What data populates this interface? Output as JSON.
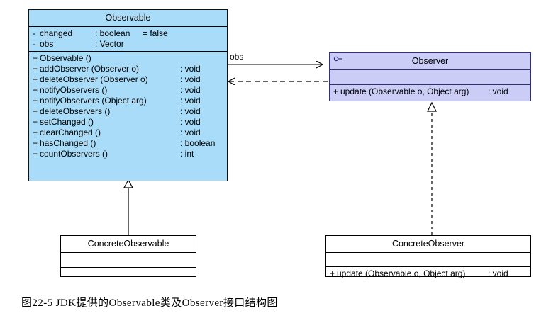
{
  "diagram": {
    "caption": "图22-5 JDK提供的Observable类及Observer接口结构图",
    "colors": {
      "observable_fill": "#a8dcf8",
      "observer_fill": "#cccdf7",
      "concrete_fill": "#ffffff",
      "line": "#000000",
      "background": "#ffffff"
    },
    "classes": {
      "observable": {
        "name": "Observable",
        "attributes": [
          {
            "visibility": "-",
            "name": "changed",
            "type": ": boolean",
            "default": "= false"
          },
          {
            "visibility": "-",
            "name": "obs",
            "type": ": Vector",
            "default": ""
          }
        ],
        "methods": [
          {
            "visibility": "+",
            "signature": "Observable ()",
            "type": ""
          },
          {
            "visibility": "+",
            "signature": "addObserver (Observer o)",
            "type": ": void"
          },
          {
            "visibility": "+",
            "signature": "deleteObserver (Observer o)",
            "type": ": void"
          },
          {
            "visibility": "+",
            "signature": "notifyObservers ()",
            "type": ": void"
          },
          {
            "visibility": "+",
            "signature": "notifyObservers (Object arg)",
            "type": ": void"
          },
          {
            "visibility": "+",
            "signature": "deleteObservers ()",
            "type": ": void"
          },
          {
            "visibility": "+",
            "signature": "setChanged ()",
            "type": ": void"
          },
          {
            "visibility": "+",
            "signature": "clearChanged ()",
            "type": ": void"
          },
          {
            "visibility": "+",
            "signature": "hasChanged ()",
            "type": ": boolean"
          },
          {
            "visibility": "+",
            "signature": "countObservers ()",
            "type": ": int"
          }
        ]
      },
      "observer": {
        "name": "Observer",
        "stereotype_icon": "interface-lollipop-icon",
        "attributes": [],
        "methods": [
          {
            "visibility": "+",
            "signature": "update (Observable o, Object arg)",
            "type": ": void"
          }
        ]
      },
      "concrete_observable": {
        "name": "ConcreteObservable",
        "attributes": [],
        "methods": []
      },
      "concrete_observer": {
        "name": "ConcreteObserver",
        "attributes": [],
        "methods": [
          {
            "visibility": "+",
            "signature": "update (Observable o, Object arg)",
            "type": ": void"
          }
        ]
      }
    },
    "relations": [
      {
        "name": "observable-to-observer-association",
        "label": "obs",
        "style": "solid",
        "arrow": "open",
        "from": "observable",
        "to": "observer"
      },
      {
        "name": "observer-to-observable-dependency",
        "label": "",
        "style": "dashed",
        "arrow": "open",
        "from": "observer",
        "to": "observable"
      },
      {
        "name": "concrete-observable-generalization",
        "label": "",
        "style": "solid",
        "arrow": "hollow-triangle",
        "from": "concrete_observable",
        "to": "observable"
      },
      {
        "name": "concrete-observer-realization",
        "label": "",
        "style": "dashed",
        "arrow": "hollow-triangle",
        "from": "concrete_observer",
        "to": "observer"
      }
    ]
  }
}
